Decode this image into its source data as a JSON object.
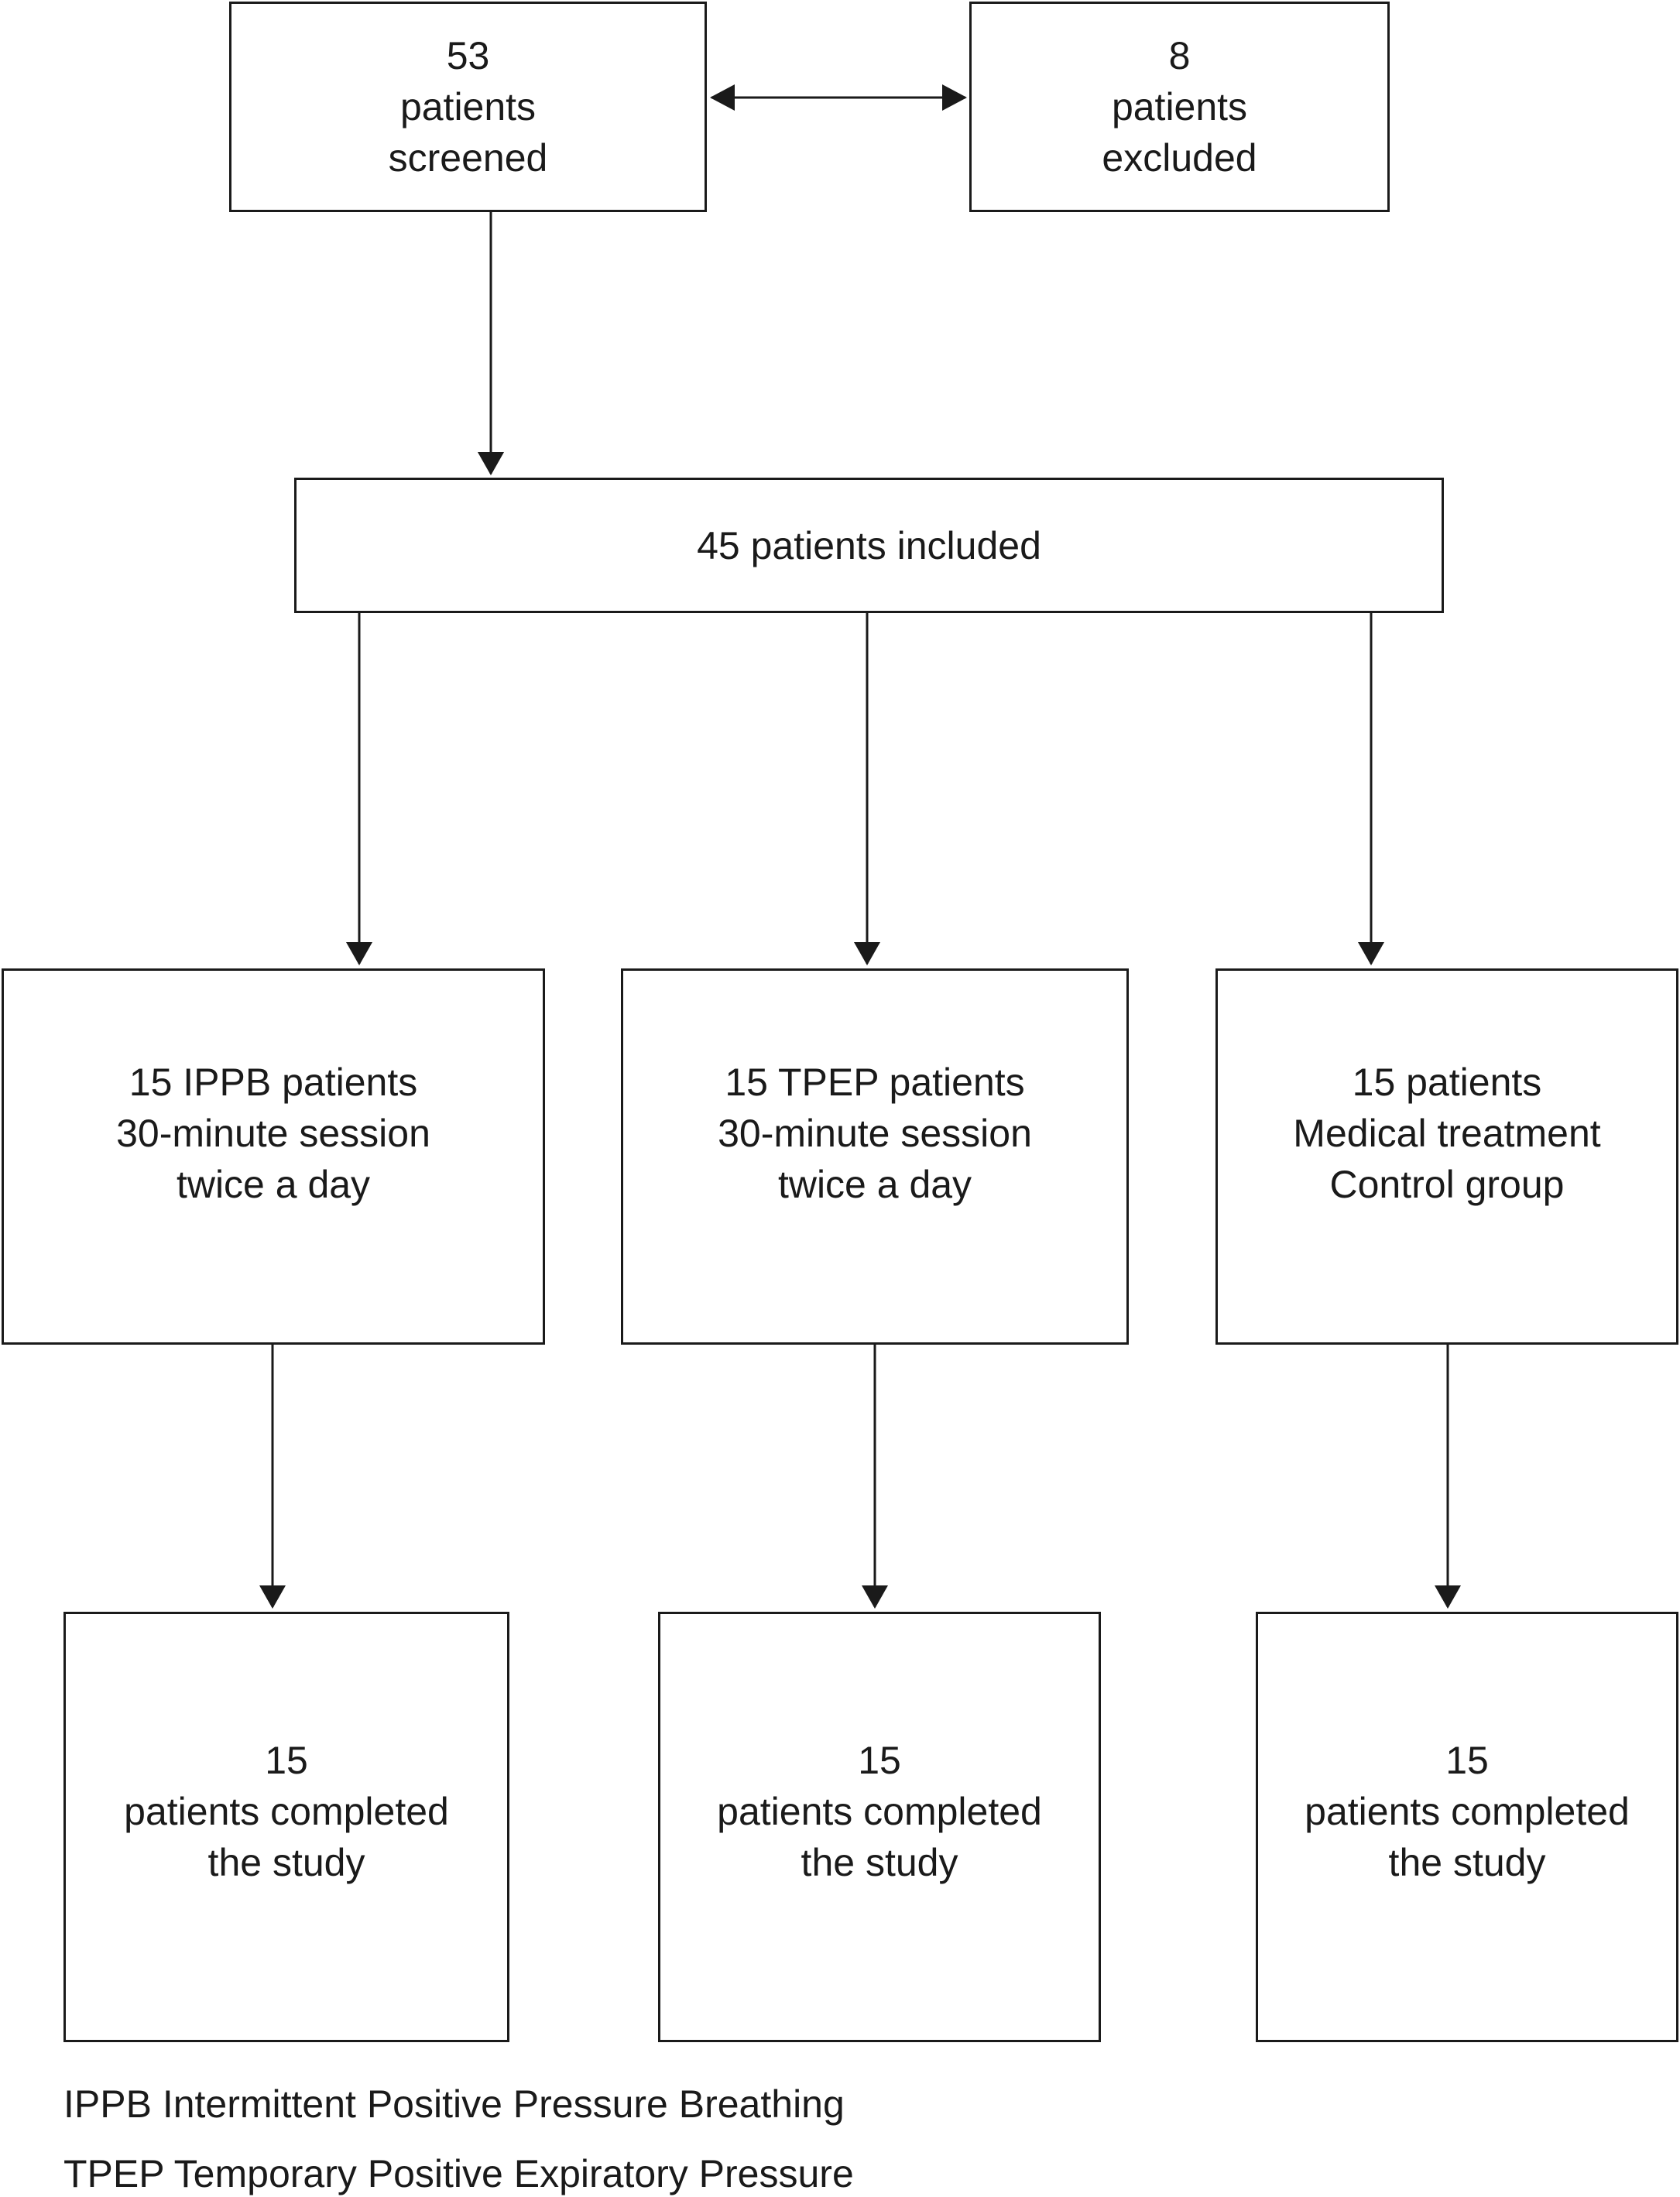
{
  "nodes": {
    "screened": {
      "lines": [
        "53",
        "patients",
        "screened"
      ]
    },
    "excluded": {
      "lines": [
        "8",
        "patients",
        "excluded"
      ]
    },
    "included": {
      "lines": [
        "45 patients included"
      ]
    },
    "ippb": {
      "lines": [
        "15 IPPB patients",
        "30-minute session",
        "twice a day"
      ]
    },
    "tpep": {
      "lines": [
        "15 TPEP patients",
        "30-minute session",
        "twice a day"
      ]
    },
    "control": {
      "lines": [
        "15 patients",
        "Medical treatment",
        "Control group"
      ]
    },
    "done_ippb": {
      "lines": [
        "15",
        "patients completed",
        "the study"
      ]
    },
    "done_tpep": {
      "lines": [
        "15",
        "patients completed",
        "the study"
      ]
    },
    "done_control": {
      "lines": [
        "15",
        "patients completed",
        "the study"
      ]
    }
  },
  "legend": [
    "IPPB Intermittent Positive Pressure Breathing",
    "TPEP Temporary Positive Expiratory Pressure"
  ],
  "colors": {
    "stroke": "#1a1a1a",
    "background": "#ffffff"
  }
}
